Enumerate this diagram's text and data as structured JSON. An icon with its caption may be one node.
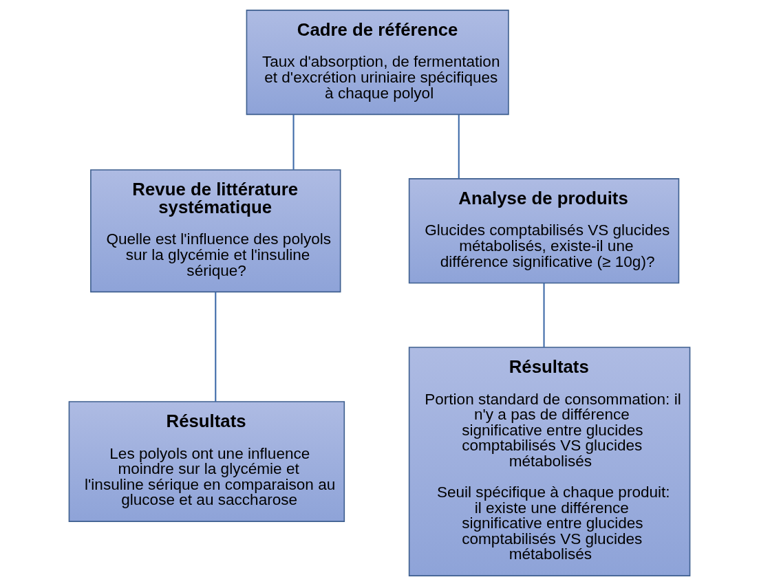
{
  "diagram": {
    "nodes": [
      {
        "text": [
          "Cadre de référence",
          "Taux d'absorption, de fermentation et d'excrétion uriniaire spécifiques à chaque polyol"
        ]
      },
      {
        "text": [
          "Revue de littérature systématique",
          "Quelle est l'influence des polyols sur la glycémie et l'insuline sérique?"
        ]
      },
      {
        "text": [
          "Analyse de produits",
          "Glucides comptabilisés VS glucides métabolisés, existe-il une différence significative (≥ 10g)?"
        ]
      },
      {
        "text": [
          "Résultats",
          "Les polyols ont une influence moindre sur la glycémie et l'insuline sérique en comparaison au glucose et au saccharose"
        ]
      },
      {
        "text": [
          "Résultats",
          "Portion standard de consommation: il n'y a pas de différence significative entre glucides comptabilisés VS glucides métabolisés",
          "Seuil spécifique à chaque produit: il existe une différence significative entre glucides comptabilisés VS glucides métabolisés"
        ]
      }
    ],
    "edges": [
      {
        "from": 0,
        "to": 1,
        "arrow": "none"
      },
      {
        "from": 0,
        "to": 2,
        "arrow": "none"
      },
      {
        "from": 1,
        "to": 3,
        "arrow": "none"
      },
      {
        "from": 2,
        "to": 4,
        "arrow": "none"
      }
    ]
  }
}
